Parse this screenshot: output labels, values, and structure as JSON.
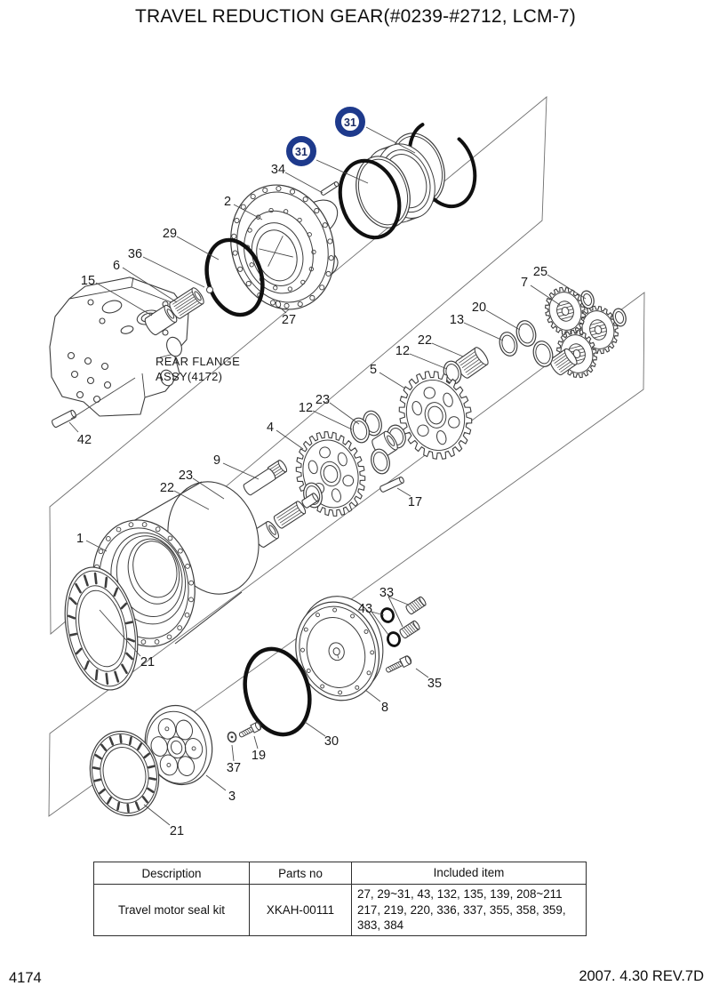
{
  "title": "TRAVEL REDUCTION GEAR(#0239-#2712, LCM-7)",
  "diagram": {
    "highlight_color": "#1e3a8c",
    "note_lines": [
      "REAR FLANGE",
      "ASSY(4172)"
    ],
    "badges": [
      {
        "text": "31"
      },
      {
        "text": "31"
      }
    ],
    "labels": [
      {
        "text": "2"
      },
      {
        "text": "34"
      },
      {
        "text": "29"
      },
      {
        "text": "36"
      },
      {
        "text": "6"
      },
      {
        "text": "15"
      },
      {
        "text": "27"
      },
      {
        "text": "42"
      },
      {
        "text": "25"
      },
      {
        "text": "7"
      },
      {
        "text": "20"
      },
      {
        "text": "13"
      },
      {
        "text": "22"
      },
      {
        "text": "12"
      },
      {
        "text": "5"
      },
      {
        "text": "23"
      },
      {
        "text": "12"
      },
      {
        "text": "4"
      },
      {
        "text": "9"
      },
      {
        "text": "23"
      },
      {
        "text": "22"
      },
      {
        "text": "17"
      },
      {
        "text": "1"
      },
      {
        "text": "21"
      },
      {
        "text": "33"
      },
      {
        "text": "43"
      },
      {
        "text": "35"
      },
      {
        "text": "8"
      },
      {
        "text": "30"
      },
      {
        "text": "19"
      },
      {
        "text": "37"
      },
      {
        "text": "3"
      },
      {
        "text": "21"
      }
    ]
  },
  "table": {
    "headers": [
      "Description",
      "Parts no",
      "Included item"
    ],
    "rows": [
      {
        "description": "Travel motor seal kit",
        "parts_no": "XKAH-00111",
        "included_item": "27, 29~31, 43, 132, 135, 139, 208~211 217, 219, 220, 336, 337, 355, 358, 359, 383, 384"
      }
    ]
  },
  "footer": {
    "page_number": "4174",
    "revision_date": "2007. 4.30  REV.7D"
  }
}
